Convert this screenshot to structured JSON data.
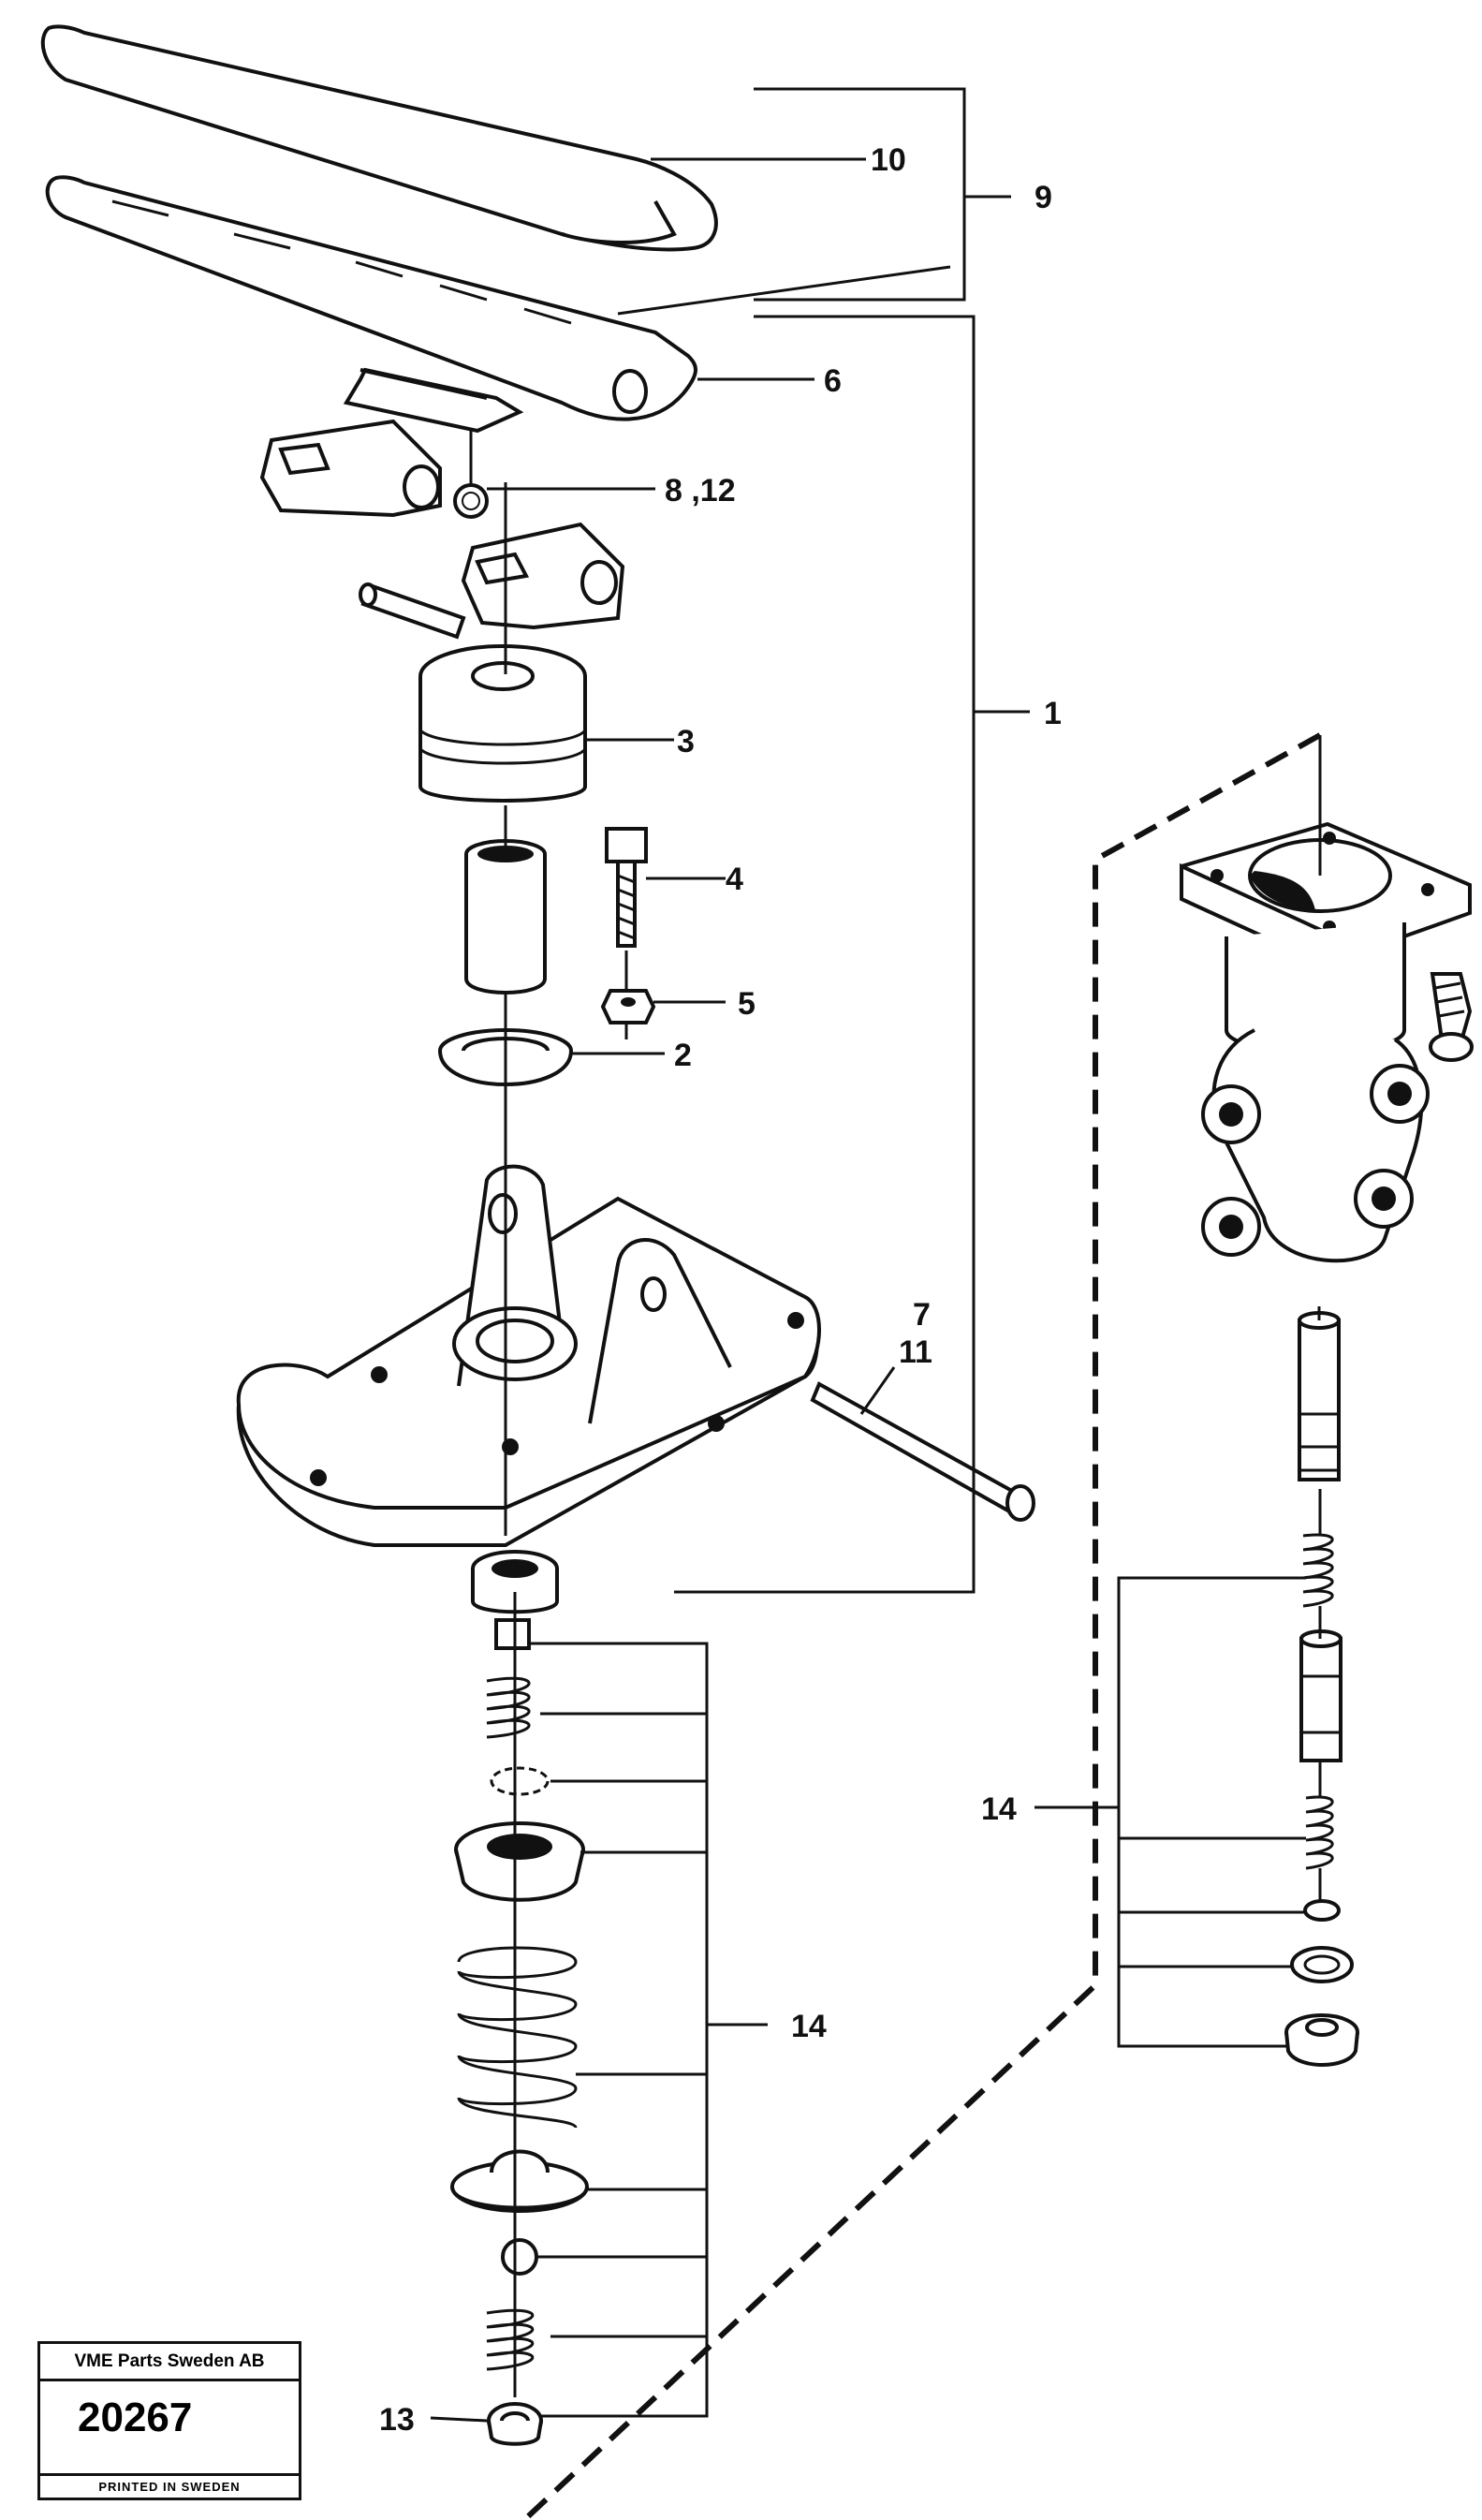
{
  "diagram": {
    "callouts": {
      "c1": "1",
      "c2": "2",
      "c3": "3",
      "c4": "4",
      "c5": "5",
      "c6": "6",
      "c7": "7",
      "c8_12": "8 ,12",
      "c9": "9",
      "c10": "10",
      "c11": "11",
      "c13": "13",
      "c14_left": "14",
      "c14_right": "14"
    }
  },
  "stamp": {
    "company": "VME Parts Sweden AB",
    "number": "20267",
    "printed": "PRINTED IN SWEDEN"
  }
}
